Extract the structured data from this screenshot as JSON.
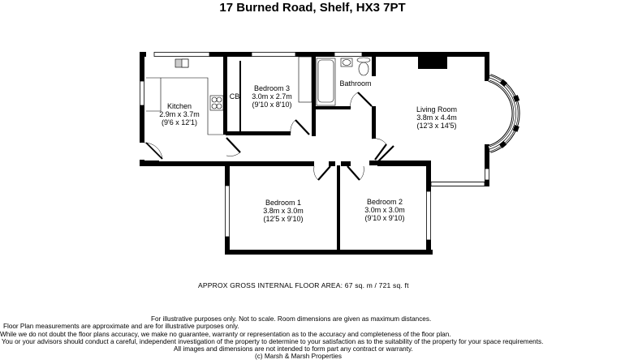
{
  "header": {
    "title": "17 Burned Road, Shelf, HX3 7PT"
  },
  "rooms": [
    {
      "name": "Kitchen",
      "metric": "2.9m x 3.7m",
      "imperial": "(9'6 x 12'1)"
    },
    {
      "name": "Bedroom 3",
      "metric": "3.0m x 2.7m",
      "imperial": "(9'10 x 8'10)"
    },
    {
      "name": "Bathroom"
    },
    {
      "name": "Living Room",
      "metric": "3.8m x 4.4m",
      "imperial": "(12'3 x 14'5)"
    },
    {
      "name": "Bedroom 1",
      "metric": "3.8m x 3.0m",
      "imperial": "(12'5 x 9'10)"
    },
    {
      "name": "Bedroom 2",
      "metric": "3.0m x 3.0m",
      "imperial": "(9'10 x 9'10)"
    }
  ],
  "cupboard": {
    "label": "CB"
  },
  "floor_area": {
    "text": "APPROX GROSS INTERNAL FLOOR AREA:  67 sq. m  / 721 sq. ft"
  },
  "disclaimer": {
    "lines": [
      "For illustrative purposes only.  Not to scale.  Room dimensions are given as maximum distances.",
      "Floor Plan measurements are approximate and are for illustrative purposes only.",
      "While we do not doubt the floor plans accuracy, we make no guarantee, warranty or representation as to the accuracy and completeness of the floor plan.",
      "You or your advisors should conduct a careful, independent investigation of the property to determine to your satisfaction as to the suitability of the property for your space requirements.",
      "All images and dimensions are not intended to form part any contract or warranty.",
      "(c) Marsh & Marsh Properties"
    ]
  }
}
